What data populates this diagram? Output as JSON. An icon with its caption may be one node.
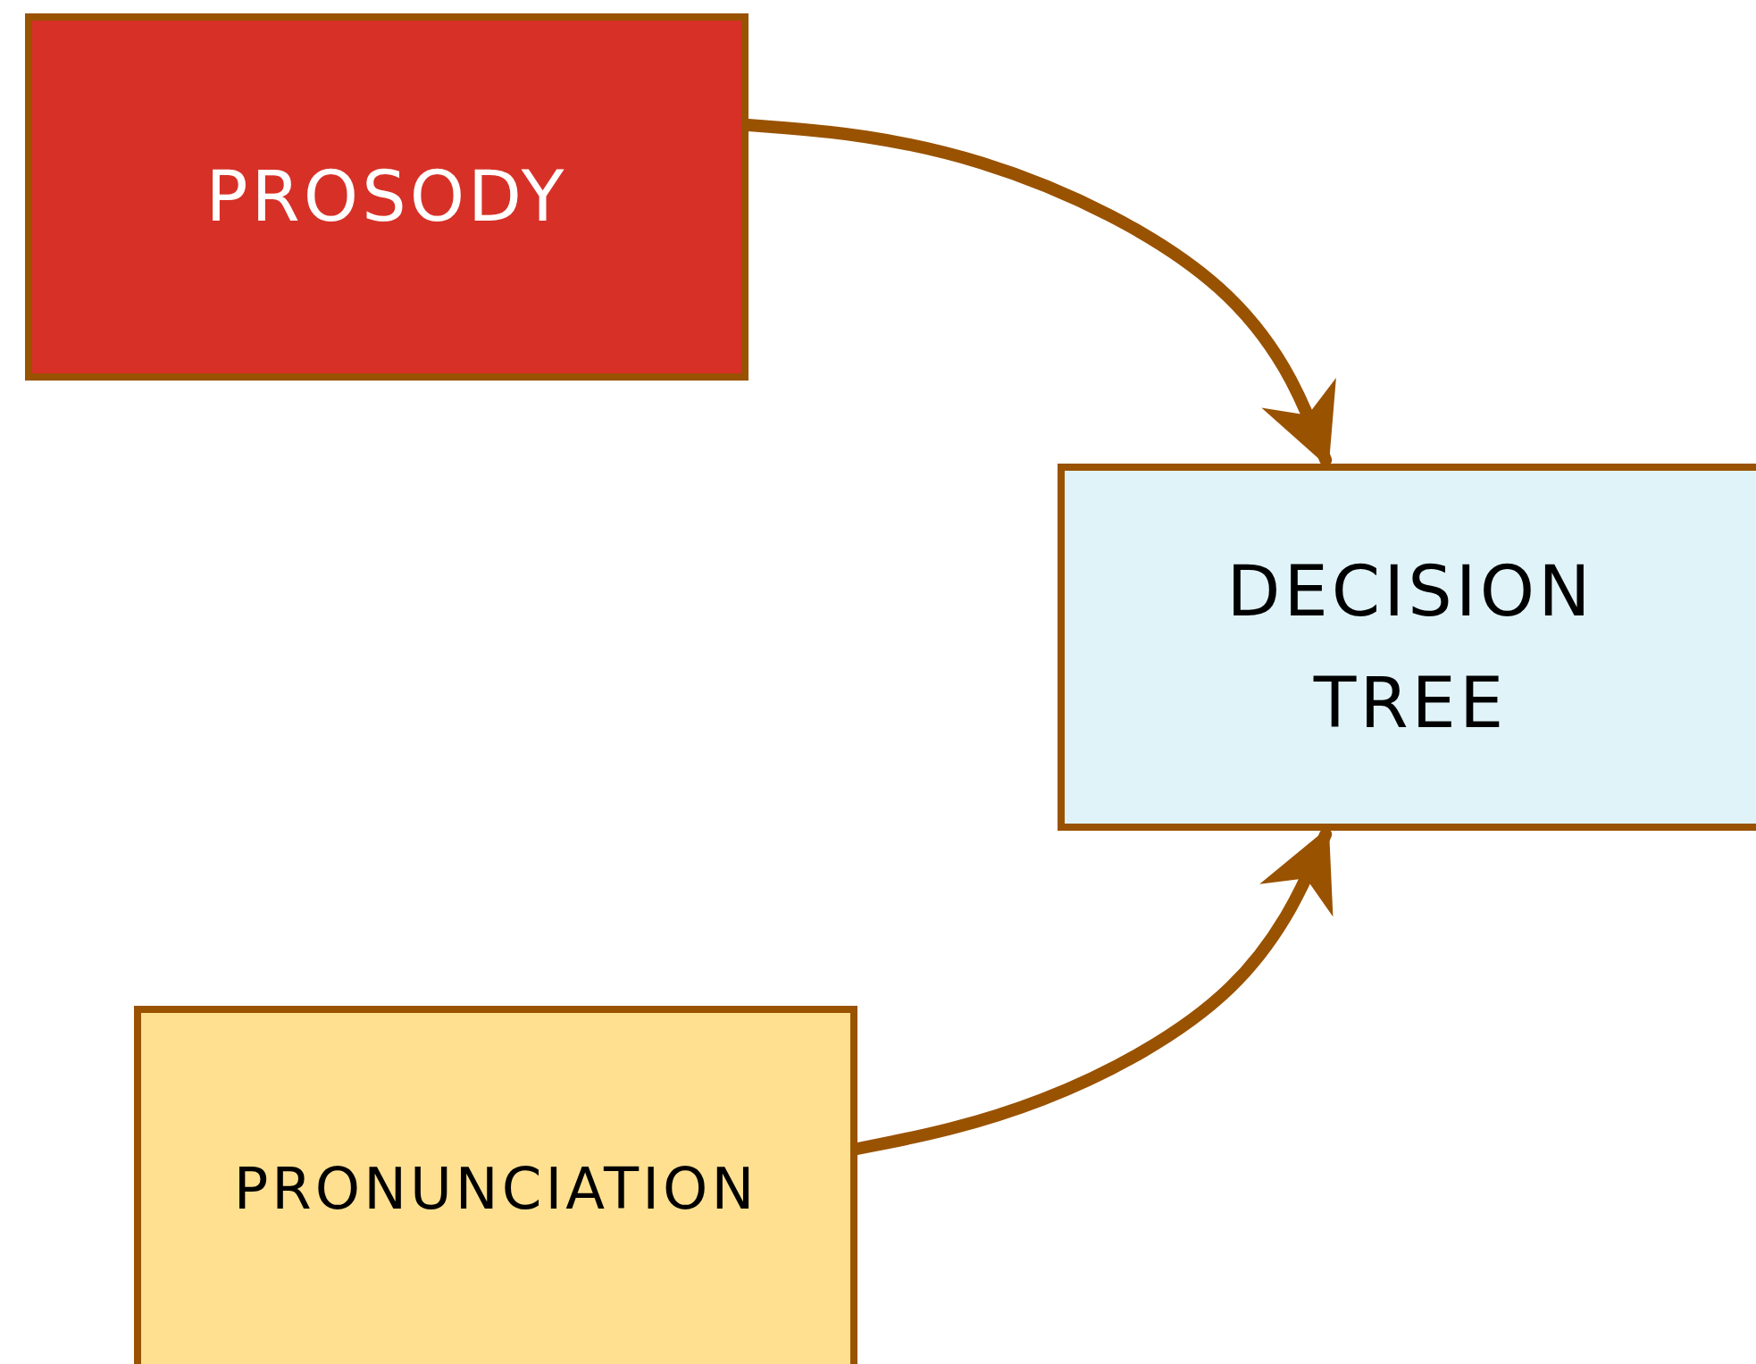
{
  "diagram": {
    "nodes": [
      {
        "text": [
          "PROSODY"
        ]
      },
      {
        "text": [
          "DECISION TREE"
        ]
      },
      {
        "text": [
          "PRONUNCIATION"
        ]
      }
    ],
    "edges": [
      {
        "from": 0,
        "to": 1,
        "arrow": "to"
      },
      {
        "from": 2,
        "to": 1,
        "arrow": "to"
      }
    ]
  }
}
